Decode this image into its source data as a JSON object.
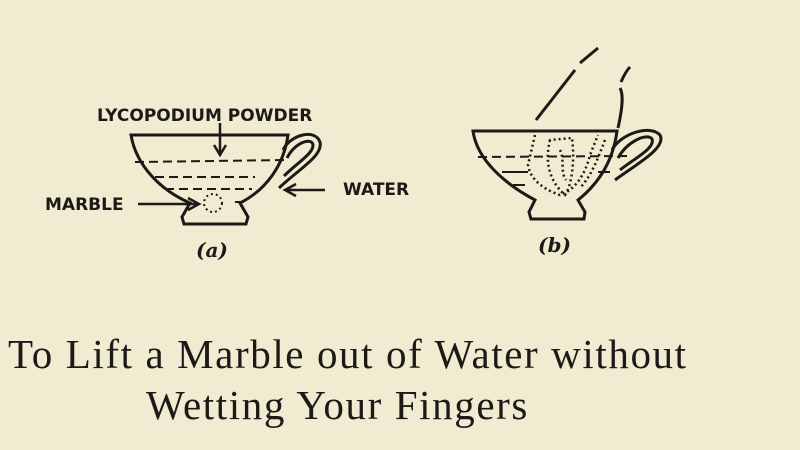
{
  "figure_a": {
    "label_powder": "LYCOPODIUM POWDER",
    "label_marble": "MARBLE",
    "label_water": "WATER",
    "sub_label": "(a)"
  },
  "figure_b": {
    "sub_label": "(b)"
  },
  "caption": {
    "line1": "To Lift a Marble out of Water without",
    "line2": "Wetting Your Fingers"
  },
  "colors": {
    "paper": "#f1ebd1",
    "ink": "#1c1a17"
  }
}
